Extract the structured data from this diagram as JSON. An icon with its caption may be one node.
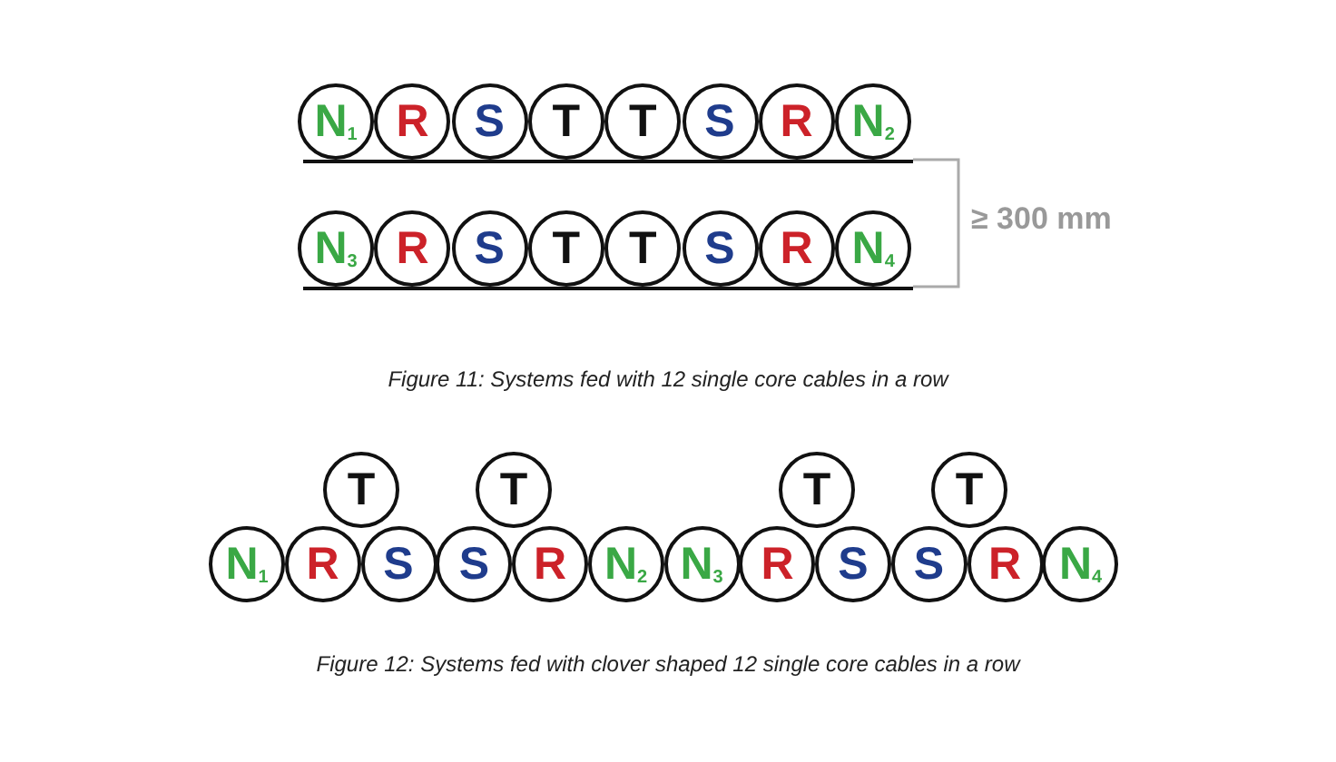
{
  "diagram": {
    "nodes": [
      {
        "text": [
          "N$_{1}$"
        ]
      },
      {
        "text": [
          "R"
        ]
      },
      {
        "text": [
          "S"
        ]
      },
      {
        "text": [
          "T"
        ]
      },
      {
        "text": [
          "T"
        ]
      },
      {
        "text": [
          "S"
        ]
      },
      {
        "text": [
          "R"
        ]
      },
      {
        "text": [
          "N$_{2}$"
        ]
      },
      {
        "text": [
          "N$_{3}$"
        ]
      },
      {
        "text": [
          "R"
        ]
      },
      {
        "text": [
          "S"
        ]
      },
      {
        "text": [
          "T"
        ]
      },
      {
        "text": [
          "T"
        ]
      },
      {
        "text": [
          "S"
        ]
      },
      {
        "text": [
          "R"
        ]
      },
      {
        "text": [
          "N$_{4}$"
        ]
      },
      {
        "text": [
          "T"
        ]
      },
      {
        "text": [
          "T"
        ]
      },
      {
        "text": [
          "T"
        ]
      },
      {
        "text": [
          "T"
        ]
      },
      {
        "text": [
          "N$_{1}$"
        ]
      },
      {
        "text": [
          "R"
        ]
      },
      {
        "text": [
          "S"
        ]
      },
      {
        "text": [
          "S"
        ]
      },
      {
        "text": [
          "R"
        ]
      },
      {
        "text": [
          "N$_{2}$"
        ]
      },
      {
        "text": [
          "N$_{3}$"
        ]
      },
      {
        "text": [
          "R"
        ]
      },
      {
        "text": [
          "S"
        ]
      },
      {
        "text": [
          "S"
        ]
      },
      {
        "text": [
          "R"
        ]
      },
      {
        "text": [
          "N$_{4}$"
        ]
      }
    ],
    "edges": [],
    "labels": [
      "≥ 300 mm",
      "Figure 11: Systems fed with 12 single core cables in a row",
      "Figure 12: Systems fed with clover shaped 12 single core cables in a row"
    ]
  }
}
